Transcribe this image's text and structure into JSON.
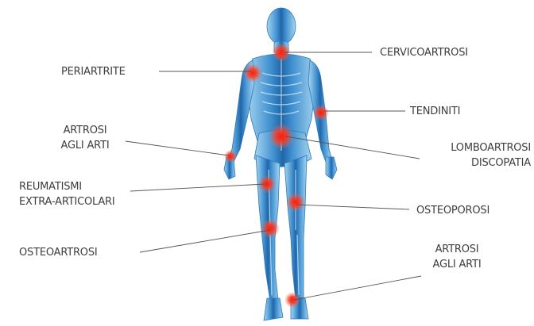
{
  "colors": {
    "body_light": "#a8d8f0",
    "body_mid": "#3f9fd8",
    "body_dark": "#0d4f8f",
    "hotspot": "#ff2a1a",
    "leader_line": "#555555",
    "text": "#3d3d3d"
  },
  "labels": {
    "cervicoartrosi": {
      "lines": [
        "CERVICOARTROSI"
      ]
    },
    "periartrite": {
      "lines": [
        "PERIARTRITE"
      ]
    },
    "tendiniti": {
      "lines": [
        "TENDINITI"
      ]
    },
    "artrosi_arti_left": {
      "lines": [
        "ARTROSI",
        "AGLI ARTI"
      ]
    },
    "lomboartrosi": {
      "lines": [
        "LOMBOARTROSI",
        "DISCOPATIA"
      ]
    },
    "reumatismi": {
      "lines": [
        "REUMATISMI",
        "EXTRA-ARTICOLARI"
      ]
    },
    "osteoporosi": {
      "lines": [
        "OSTEOPOROSI"
      ]
    },
    "osteoartrosi": {
      "lines": [
        "OSTEOARTROSI"
      ]
    },
    "artrosi_arti_right": {
      "lines": [
        "ARTROSI",
        "AGLI ARTI"
      ]
    }
  }
}
